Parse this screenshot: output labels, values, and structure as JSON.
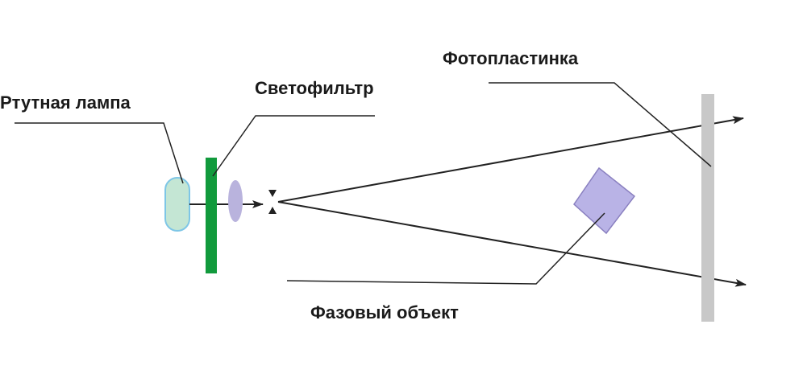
{
  "labels": {
    "mercury_lamp": "Ртутная лампа",
    "light_filter": "Светофильтр",
    "photo_plate": "Фотопластинка",
    "phase_object": "Фазовый объект"
  },
  "colors": {
    "lamp_fill": "#c4e6d4",
    "lamp_stroke": "#7ec6e6",
    "filter": "#119a3c",
    "lens_fill": "#b9b3dd",
    "phase_object_fill": "#b9b3e6",
    "phase_object_stroke": "#8a80c0",
    "plate": "#c8c8c8",
    "lines": "#222222"
  }
}
